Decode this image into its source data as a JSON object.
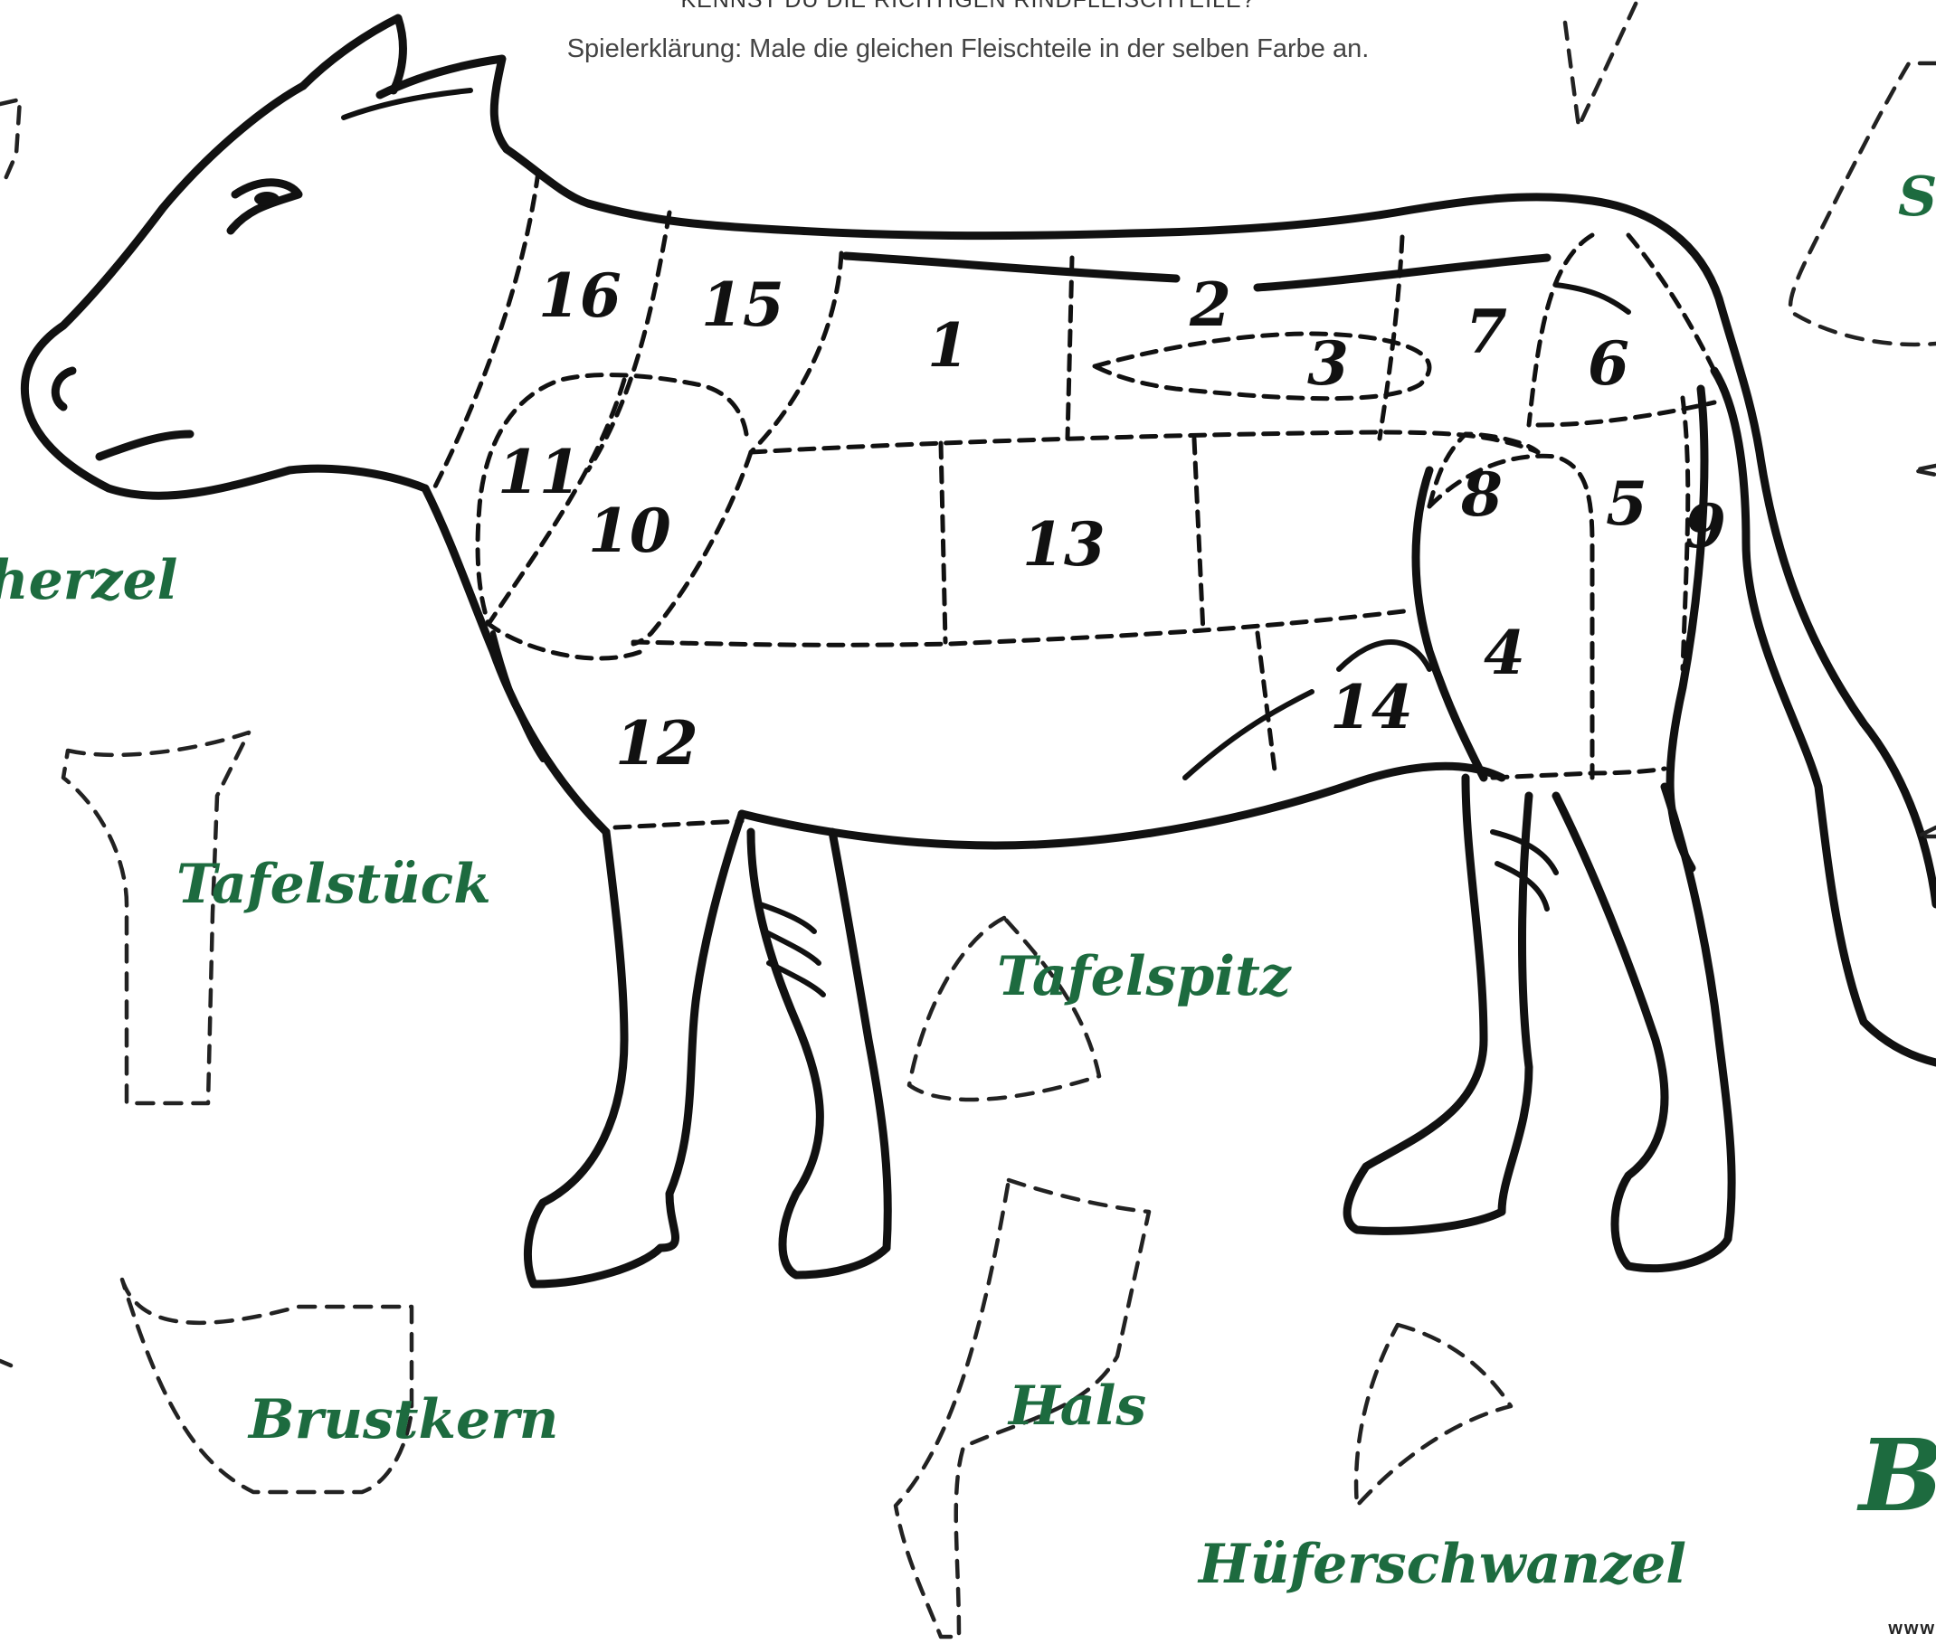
{
  "header": {
    "title": "KENNST DU DIE RICHTIGEN RINDFLEISCHTEILE?",
    "subtitle": "Spielerklärung: Male die gleichen Fleischteile in der selben Farbe an."
  },
  "cut_numbers": [
    "1",
    "2",
    "3",
    "4",
    "5",
    "6",
    "7",
    "8",
    "9",
    "10",
    "11",
    "12",
    "13",
    "14",
    "15",
    "16"
  ],
  "labels": {
    "scherzel_partial": "herzel",
    "tafelstueck": "Tafelstück",
    "tafelspitz": "Tafelspitz",
    "brustkern": "Brustkern",
    "hals": "Hals",
    "hueferschwanzel": "Hüferschwanzel",
    "right_edge_partial_s": "S",
    "right_edge_partial_b": "B"
  },
  "footer": {
    "url_partial": "www"
  },
  "colors": {
    "label_green": "#1d6b3f",
    "ink": "#111111"
  }
}
